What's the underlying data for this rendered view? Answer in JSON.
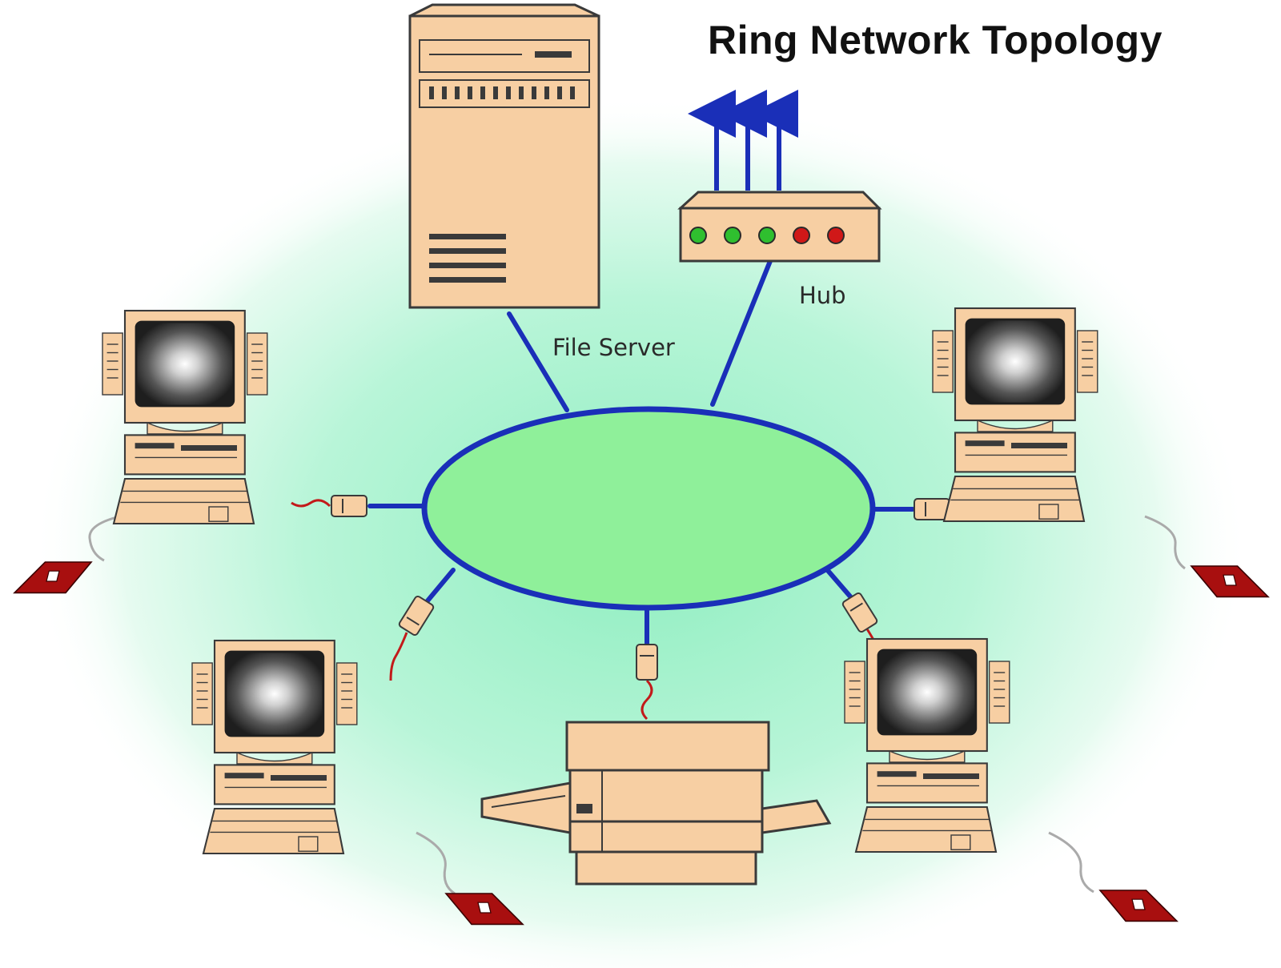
{
  "title": "Ring Network Topology",
  "labels": {
    "file_server": "File Server",
    "hub": "Hub"
  },
  "colors": {
    "ring": "#1a2fb8",
    "ring_fill": "#8ff09a",
    "beige": "#f7cfa3",
    "outline": "#3a3a3a",
    "red": "#a80f0f",
    "led_green": "#2fbf2f",
    "led_red": "#d01818",
    "glow": "#aef3d4"
  },
  "hub_leds": [
    "green",
    "green",
    "green",
    "red",
    "red"
  ],
  "nodes": [
    {
      "id": "workstation-left",
      "type": "workstation"
    },
    {
      "id": "workstation-right",
      "type": "workstation"
    },
    {
      "id": "workstation-bottom-left",
      "type": "workstation"
    },
    {
      "id": "workstation-bottom-right",
      "type": "workstation"
    },
    {
      "id": "printer",
      "type": "printer"
    },
    {
      "id": "file-server",
      "type": "server"
    },
    {
      "id": "hub",
      "type": "hub"
    }
  ]
}
